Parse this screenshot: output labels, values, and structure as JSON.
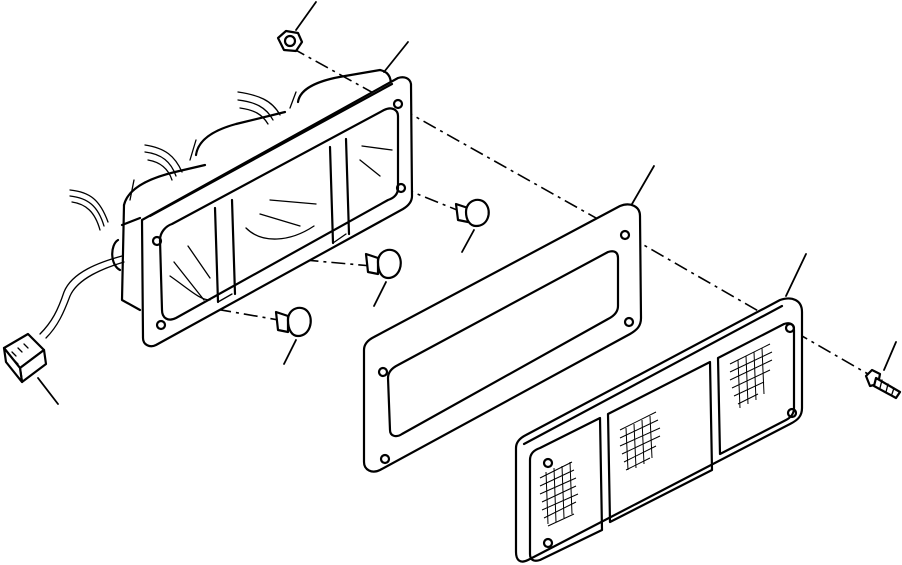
{
  "diagram": {
    "kind": "exploded-view parts drawing",
    "parts": [
      {
        "id": "nut",
        "icon": "hex-nut-icon"
      },
      {
        "id": "lamp-housing",
        "icon": "lamp-housing-icon"
      },
      {
        "id": "bulbs",
        "count": 3,
        "icon": "bulb-icon"
      },
      {
        "id": "gasket",
        "icon": "gasket-icon"
      },
      {
        "id": "lens",
        "segments": 3,
        "icon": "lens-icon"
      },
      {
        "id": "screw",
        "icon": "screw-icon"
      },
      {
        "id": "connector",
        "icon": "connector-plug-icon"
      }
    ],
    "leader_lines": 9,
    "line_color": "#000000",
    "background": "#ffffff"
  }
}
